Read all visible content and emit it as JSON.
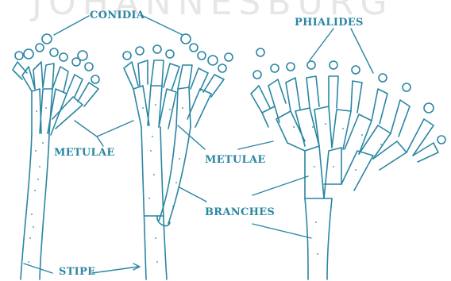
{
  "watermark": "JOHANNESBURG",
  "labels": {
    "conidia": "CONIDIA",
    "phialides": "PHIALIDES",
    "metulae_left": "METULAE",
    "metulae_right": "METULAE",
    "branches": "BRANCHES",
    "stipe": "STIPE"
  },
  "colors": {
    "ink": "#2a86a3",
    "watermark": "#e6e6e6"
  }
}
